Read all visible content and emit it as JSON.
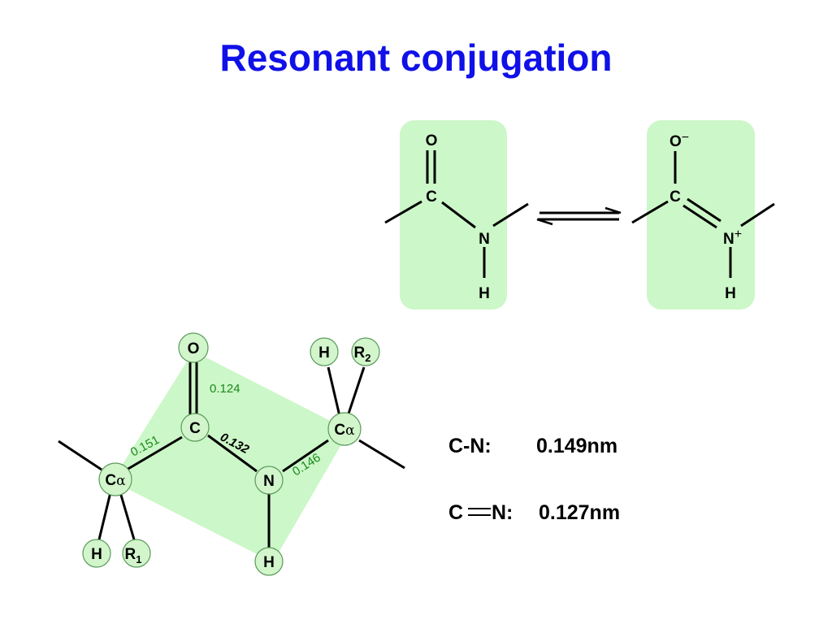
{
  "title": "Resonant conjugation",
  "colors": {
    "title": "#1010e8",
    "highlight": "#ccf7c8",
    "bond_length_green": "#1a8a1a",
    "bond_length_black": "#000000"
  },
  "left_structure": {
    "atoms": {
      "o": "O",
      "c": "C",
      "n": "N",
      "h": "H"
    }
  },
  "right_structure": {
    "atoms": {
      "o": "O",
      "o_charge": "−",
      "c": "C",
      "n": "N",
      "n_charge": "+",
      "h": "H"
    }
  },
  "equilibrium_arrow": "double-harpoon-equilibrium",
  "peptide": {
    "atoms": {
      "o": "O",
      "c": "C",
      "n": "N",
      "h_n": "H",
      "ca1": "C",
      "ca1_greek": "α",
      "h1": "H",
      "r1": "R",
      "r1_sub": "1",
      "ca2": "C",
      "ca2_greek": "α",
      "h2": "H",
      "r2": "R",
      "r2_sub": "2"
    },
    "bond_lengths": {
      "c_o": "0.124",
      "ca1_c": "0.151",
      "c_n": "0.132",
      "n_ca2": "0.146"
    }
  },
  "facts": {
    "single": {
      "label": "C-N:",
      "value": "0.149nm"
    },
    "double": {
      "label_c": "C",
      "label_n": "N:",
      "value": "0.127nm"
    }
  }
}
